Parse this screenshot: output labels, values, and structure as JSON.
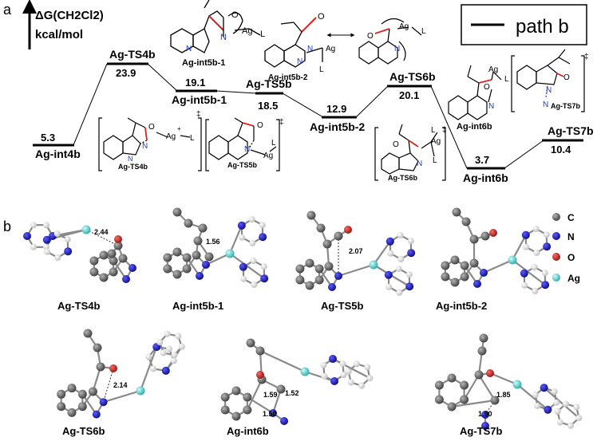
{
  "panel_a": {
    "letter": "a",
    "axis_label_1": "ΔG(CH2Cl2)",
    "axis_label_2": "kcal/mol",
    "legend_text": "path b",
    "states": [
      {
        "name": "Ag-int4b",
        "energy": "5.3"
      },
      {
        "name": "Ag-TS4b",
        "energy": "23.9"
      },
      {
        "name": "Ag-int5b-1",
        "energy": "19.1"
      },
      {
        "name": "Ag-TS5b",
        "energy": "18.5"
      },
      {
        "name": "Ag-int5b-2",
        "energy": "12.9"
      },
      {
        "name": "Ag-TS6b",
        "energy": "20.1"
      },
      {
        "name": "Ag-int6b",
        "energy": "3.7"
      },
      {
        "name": "Ag-TS7b",
        "energy": "10.4"
      }
    ],
    "structure_labels": {
      "int5b1": "Ag-int5b-1",
      "int5b2": "Ag-int5b-2",
      "ts4b": "Ag-TS4b",
      "ts5b": "Ag-TS5b",
      "ts6b": "Ag-TS6b",
      "int6b": "Ag-int6b",
      "ts7b": "Ag-TS7b"
    },
    "atom_labels": {
      "ag": "Ag",
      "l": "L",
      "o": "O",
      "n": "N",
      "plus": "+",
      "dagger": "‡"
    }
  },
  "panel_b": {
    "letter": "b",
    "legend": [
      {
        "symbol": "C",
        "color": "#5a5a5a"
      },
      {
        "symbol": "N",
        "color": "#1a1aa8"
      },
      {
        "symbol": "O",
        "color": "#c0322c"
      },
      {
        "symbol": "Ag",
        "color": "#5fd3d3"
      }
    ],
    "structures": [
      {
        "name": "Ag-TS4b",
        "distances": [
          "2.44"
        ]
      },
      {
        "name": "Ag-int5b-1",
        "distances": [
          "1.56"
        ]
      },
      {
        "name": "Ag-TS5b",
        "distances": [
          "2.07"
        ]
      },
      {
        "name": "Ag-int5b-2",
        "distances": []
      },
      {
        "name": "Ag-TS6b",
        "distances": [
          "2.14"
        ]
      },
      {
        "name": "Ag-int6b",
        "distances": [
          "1.59",
          "1.52",
          "1.50"
        ]
      },
      {
        "name": "Ag-TS7b",
        "distances": [
          "1.85",
          "1.90"
        ]
      }
    ]
  }
}
